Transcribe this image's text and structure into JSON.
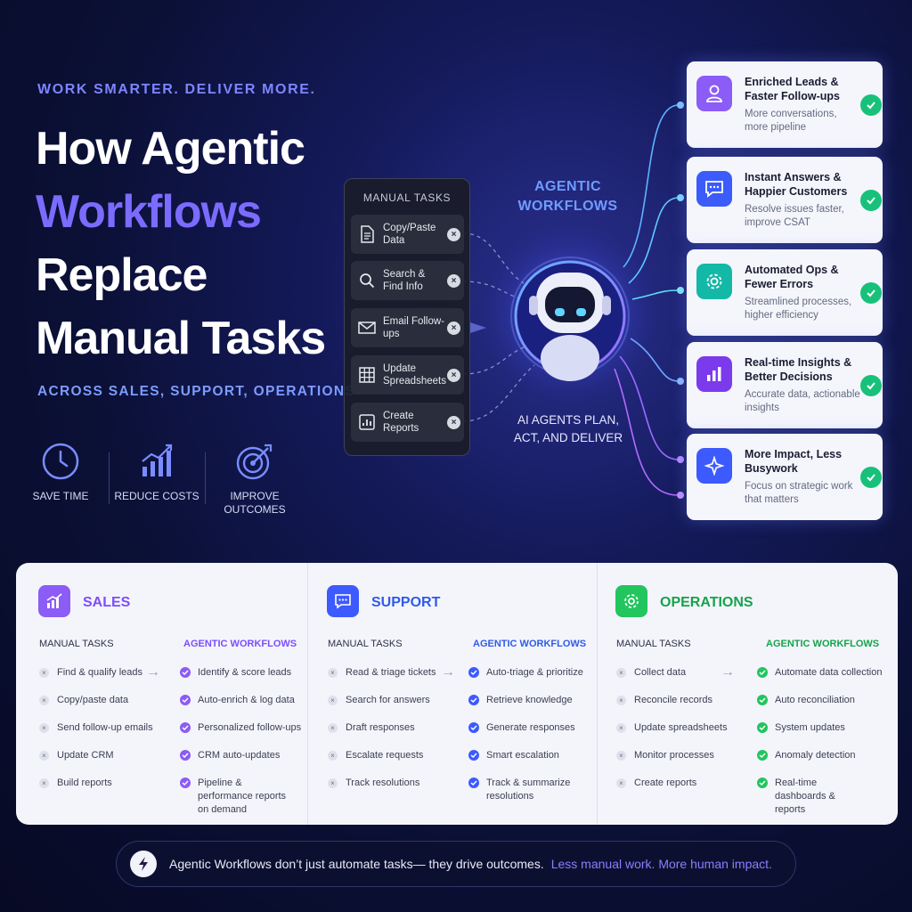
{
  "hero": {
    "kicker": "WORK SMARTER. DELIVER MORE.",
    "headline_1": "How Agentic",
    "headline_2": "Workflows",
    "headline_3": "Replace",
    "headline_4": "Manual Tasks",
    "subhead": "ACROSS SALES, SUPPORT, OPERATIONS"
  },
  "benefits": [
    {
      "label": "SAVE TIME",
      "icon": "clock-icon"
    },
    {
      "label": "REDUCE COSTS",
      "icon": "bar-chart-icon"
    },
    {
      "label": "IMPROVE OUTCOMES",
      "icon": "target-icon"
    }
  ],
  "manual_panel": {
    "title": "MANUAL TASKS",
    "items": [
      {
        "label": "Copy/Paste Data",
        "icon": "document-icon"
      },
      {
        "label": "Search & Find Info",
        "icon": "search-icon"
      },
      {
        "label": "Email Follow-ups",
        "icon": "mail-icon"
      },
      {
        "label": "Update Spreadsheets",
        "icon": "grid-icon"
      },
      {
        "label": "Create Reports",
        "icon": "report-icon"
      }
    ]
  },
  "agent": {
    "title": "AGENTIC WORKFLOWS",
    "subtitle": "AI AGENTS PLAN, ACT, AND DELIVER"
  },
  "outcomes": [
    {
      "title": "Enriched Leads & Faster Follow-ups",
      "desc": "More conversations, more pipeline",
      "icon": "user-icon",
      "color": "#8b5cf6"
    },
    {
      "title": "Instant Answers & Happier Customers",
      "desc": "Resolve issues faster, improve CSAT",
      "icon": "chat-icon",
      "color": "#3b5bfa"
    },
    {
      "title": "Automated Ops & Fewer Errors",
      "desc": "Streamlined processes, higher efficiency",
      "icon": "gear-icon",
      "color": "#14b8a6"
    },
    {
      "title": "Real-time Insights & Better Decisions",
      "desc": "Accurate data, actionable insights",
      "icon": "bar-chart-icon",
      "color": "#7c3aed"
    },
    {
      "title": "More Impact, Less Busywork",
      "desc": "Focus on strategic work that matters",
      "icon": "sparkle-icon",
      "color": "#3d5afe"
    }
  ],
  "departments": [
    {
      "title": "SALES",
      "color": "#7c4dff",
      "icon": "chart-icon",
      "manual_header": "MANUAL TASKS",
      "agentic_header": "AGENTIC WORKFLOWS",
      "manual": [
        "Find & qualify leads",
        "Copy/paste data",
        "Send follow-up emails",
        "Update CRM",
        "Build reports"
      ],
      "agentic": [
        "Identify & score leads",
        "Auto-enrich & log data",
        "Personalized follow-ups",
        "CRM auto-updates",
        "Pipeline & performance reports on demand"
      ]
    },
    {
      "title": "SUPPORT",
      "color": "#2f5bea",
      "icon": "chat-icon",
      "manual_header": "MANUAL TASKS",
      "agentic_header": "AGENTIC WORKFLOWS",
      "manual": [
        "Read & triage tickets",
        "Search for answers",
        "Draft responses",
        "Escalate requests",
        "Track resolutions"
      ],
      "agentic": [
        "Auto-triage & prioritize",
        "Retrieve knowledge",
        "Generate responses",
        "Smart escalation",
        "Track & summarize resolutions"
      ]
    },
    {
      "title": "OPERATIONS",
      "color": "#16a34a",
      "icon": "gear-icon",
      "manual_header": "MANUAL TASKS",
      "agentic_header": "AGENTIC WORKFLOWS",
      "manual": [
        "Collect data",
        "Reconcile records",
        "Update spreadsheets",
        "Monitor processes",
        "Create reports"
      ],
      "agentic": [
        "Automate data collection",
        "Auto reconciliation",
        "System updates",
        "Anomaly detection",
        "Real-time dashboards & reports"
      ]
    }
  ],
  "banner": {
    "text": "Agentic Workflows don’t just automate tasks— they drive outcomes.",
    "highlight": "Less manual work. More human impact."
  }
}
